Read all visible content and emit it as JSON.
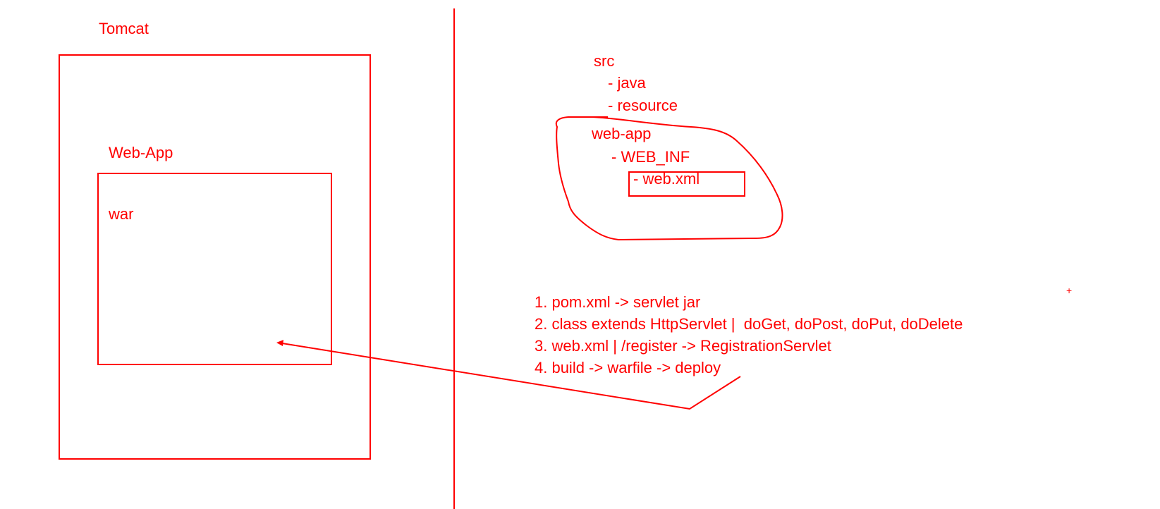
{
  "color": "#ff0000",
  "left_panel": {
    "outer_label": "Tomcat",
    "inner_label": "Web-App",
    "content_label": "war"
  },
  "tree": {
    "root": "src",
    "java": "- java",
    "resource": "- resource",
    "web_app": "web-app",
    "web_inf": "- WEB_INF",
    "web_xml": "- web.xml"
  },
  "steps": [
    "1. pom.xml -> servlet jar",
    "2. class extends HttpServlet |  doGet, doPost, doPut, doDelete",
    "3. web.xml | /register -> RegistrationServlet",
    "4. build -> warfile -> deploy"
  ],
  "cursor_mark": "+"
}
